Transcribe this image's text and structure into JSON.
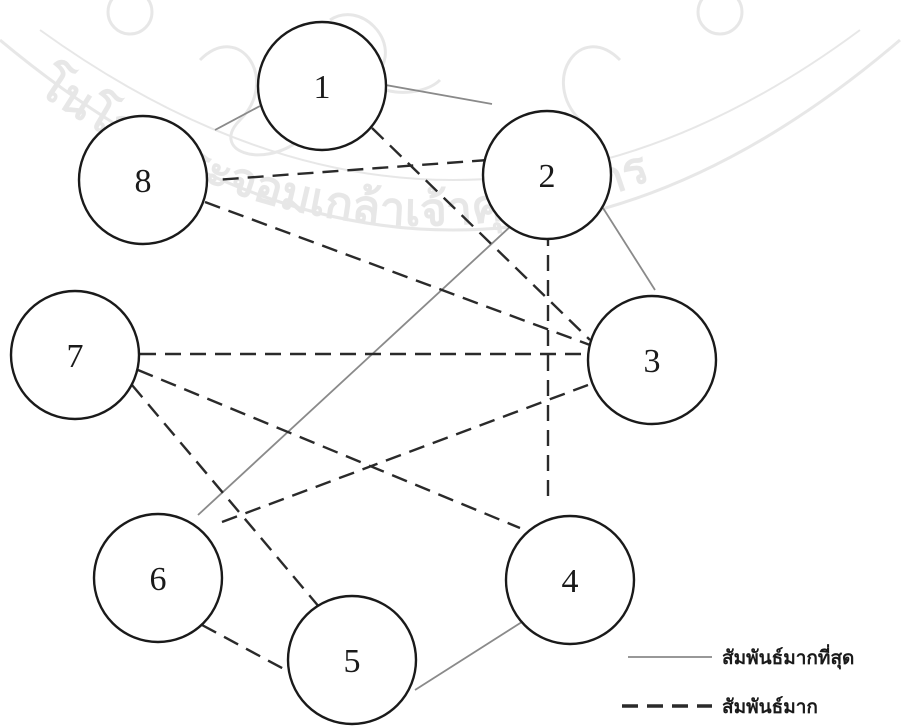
{
  "diagram": {
    "nodes": [
      {
        "id": "1",
        "label": "1"
      },
      {
        "id": "2",
        "label": "2"
      },
      {
        "id": "3",
        "label": "3"
      },
      {
        "id": "4",
        "label": "4"
      },
      {
        "id": "5",
        "label": "5"
      },
      {
        "id": "6",
        "label": "6"
      },
      {
        "id": "7",
        "label": "7"
      },
      {
        "id": "8",
        "label": "8"
      }
    ],
    "edges": [
      {
        "from": "1",
        "to": "2",
        "relation": "strongest"
      },
      {
        "from": "1",
        "to": "8",
        "relation": "strongest"
      },
      {
        "from": "2",
        "to": "3",
        "relation": "strongest"
      },
      {
        "from": "2",
        "to": "6",
        "relation": "strongest"
      },
      {
        "from": "4",
        "to": "5",
        "relation": "strongest"
      },
      {
        "from": "1",
        "to": "3",
        "relation": "strong"
      },
      {
        "from": "2",
        "to": "8",
        "relation": "strong"
      },
      {
        "from": "8",
        "to": "3",
        "relation": "strong"
      },
      {
        "from": "7",
        "to": "3",
        "relation": "strong"
      },
      {
        "from": "6",
        "to": "3",
        "relation": "strong"
      },
      {
        "from": "2",
        "to": "4",
        "relation": "strong"
      },
      {
        "from": "7",
        "to": "4",
        "relation": "strong"
      },
      {
        "from": "7",
        "to": "5",
        "relation": "strong"
      },
      {
        "from": "6",
        "to": "5",
        "relation": "strong"
      }
    ]
  },
  "legend": {
    "strongest": "สัมพันธ์มากที่สุด",
    "strong": "สัมพันธ์มาก"
  },
  "watermark": {
    "text": "โนโลยีพระจอมเกล้าเจ้าคุณทหาร"
  },
  "colors": {
    "strongest_line": "#8a8a8a",
    "strong_line": "#2a2a2a",
    "node_stroke": "#1a1a1a",
    "watermark": "#808080"
  }
}
